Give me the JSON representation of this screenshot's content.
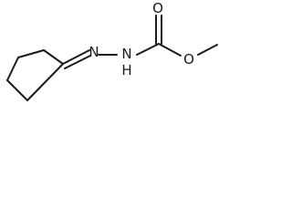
{
  "molecule": {
    "atoms": [
      {
        "id": "n1",
        "label": "N"
      },
      {
        "id": "n2",
        "label": "N"
      },
      {
        "id": "h1",
        "label": "H"
      },
      {
        "id": "o1",
        "label": "O"
      },
      {
        "id": "o2",
        "label": "O"
      }
    ],
    "colors": {
      "bond": "#1a1a1a",
      "background": "#ffffff"
    }
  }
}
